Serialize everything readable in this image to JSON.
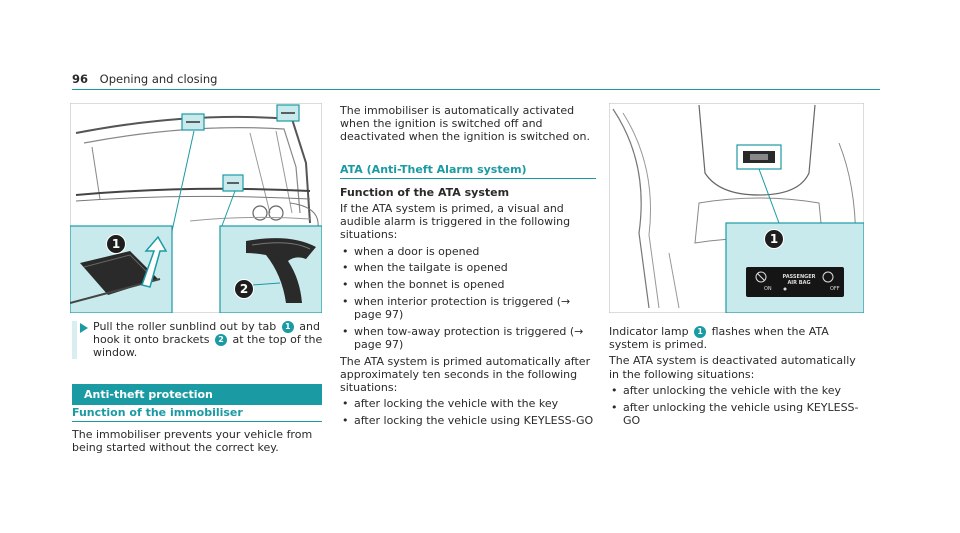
{
  "header": {
    "page_number": "96",
    "title": "Opening and closing"
  },
  "figure1": {
    "badge1": "1",
    "badge2": "2"
  },
  "step": {
    "pre": "Pull the roller sunblind out by tab",
    "tab_ref": "1",
    "mid": "and hook it onto brackets",
    "bracket_ref": "2",
    "post": "at the top of the window."
  },
  "section": {
    "title": "Anti-theft protection"
  },
  "immobiliser": {
    "heading": "Function of the immobiliser",
    "text": "The immobiliser prevents your vehicle from being started without the correct key.",
    "text2": "The immobiliser is automatically activated when the ignition is switched off and deactivated when the ignition is switched on."
  },
  "ata": {
    "heading": "ATA (Anti-Theft Alarm system)",
    "func_heading": "Function of the ATA system",
    "intro": "If the ATA system is primed, a visual and audible alarm is triggered in the following situations:",
    "bullets": [
      "when a door is opened",
      "when the tailgate is opened",
      "when the bonnet is opened",
      "when interior protection is triggered (→ page 97)",
      "when tow-away protection is triggered (→ page 97)"
    ],
    "auto_text": "The ATA system is primed automatically after approximately ten seconds in the following situations:",
    "auto_bullets": [
      "after locking the vehicle with the key",
      "after locking the vehicle using KEYLESS-GO"
    ]
  },
  "figure2": {
    "badge1": "1",
    "panel_on": "ON",
    "panel_label1": "PASSENGER",
    "panel_label2": "AIR BAG",
    "panel_off": "OFF"
  },
  "indicator": {
    "pre": "Indicator lamp",
    "ref": "1",
    "post": "flashes when the ATA system is primed.",
    "deact": "The ATA system is deactivated automatically in the following situations:",
    "bullets": [
      "after unlocking the vehicle with the key",
      "after unlocking the vehicle using KEYLESS-GO"
    ]
  },
  "colors": {
    "accent": "#1a9aa3",
    "highlight": "#c8eaed"
  }
}
